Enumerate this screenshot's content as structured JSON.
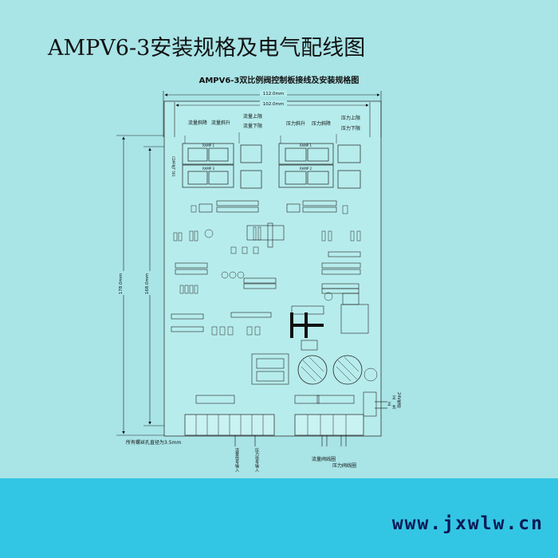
{
  "title": "AMPV6-3安装规格及电气配线图",
  "diagram": {
    "subtitle": "AMPV6-3双比例阀控制板接线及安装规格图",
    "dim_width_outer": "112.0mm",
    "dim_width_inner": "102.0mm",
    "dim_height_outer": "178.0mm",
    "dim_height_inner": "168.0mm",
    "labels": {
      "flow_ramp_down": "流量斜降",
      "flow_ramp_up": "流量斜升",
      "flow_upper": "流量上限",
      "flow_lower": "流量下限",
      "pressure_ramp_up": "压力斜升",
      "pressure_ramp_down": "压力斜降",
      "pressure_upper": "压力上限",
      "pressure_lower": "压力下限",
      "ramp1_a": "RAMP 1",
      "ramp3": "RAMP 3",
      "ramp1_b": "RAMP 1",
      "ramp2": "RAMP 2",
      "side_code": "CDPPBJT 501",
      "hole_note": "所有螺丝孔直径为3.5mm",
      "flow_signal_in": "流量信号输入",
      "pressure_signal_in": "压力信号输入",
      "flow_valve_wire": "流量阀线圈",
      "pressure_valve_wire": "压力阀线圈",
      "power_24v": "24V电源",
      "terminal_plus_a": "正",
      "terminal_minus": "负",
      "terminal_plus_b": "正"
    }
  },
  "watermark": "www.jxwlw.cn"
}
